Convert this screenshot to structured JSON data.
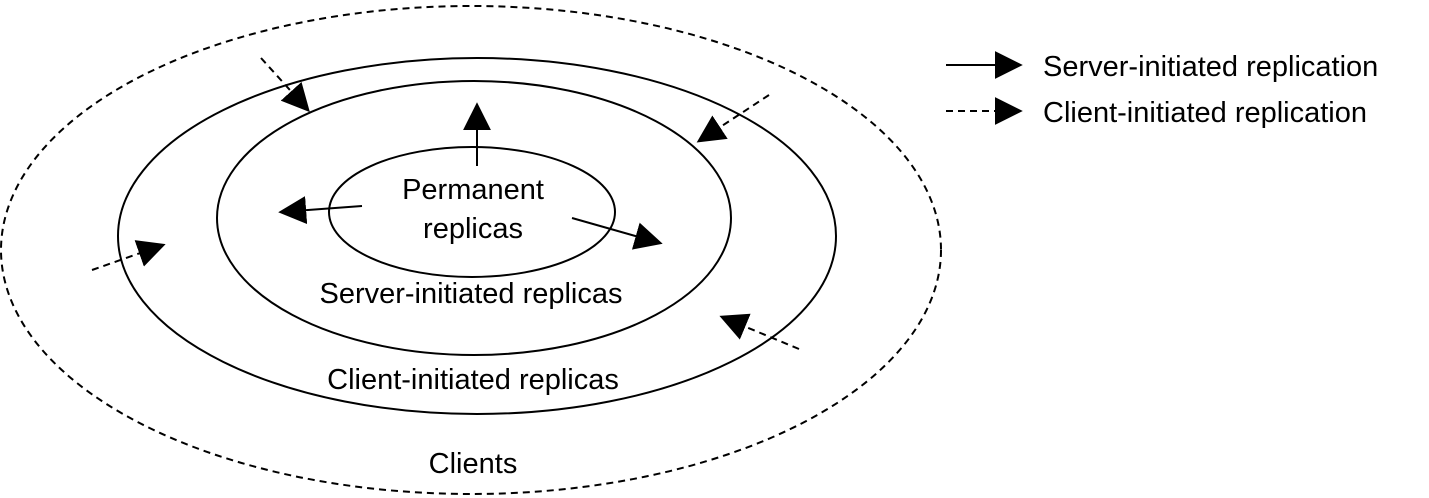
{
  "diagram": {
    "regions": {
      "permanent_line1": "Permanent",
      "permanent_line2": "replicas",
      "server_initiated": "Server-initiated replicas",
      "client_initiated": "Client-initiated replicas",
      "clients": "Clients"
    },
    "legend": [
      {
        "label": "Server-initiated replication",
        "line_style": "solid"
      },
      {
        "label": "Client-initiated replication",
        "line_style": "dashed"
      }
    ],
    "colors": {
      "stroke": "#000000",
      "background": "#ffffff"
    }
  }
}
